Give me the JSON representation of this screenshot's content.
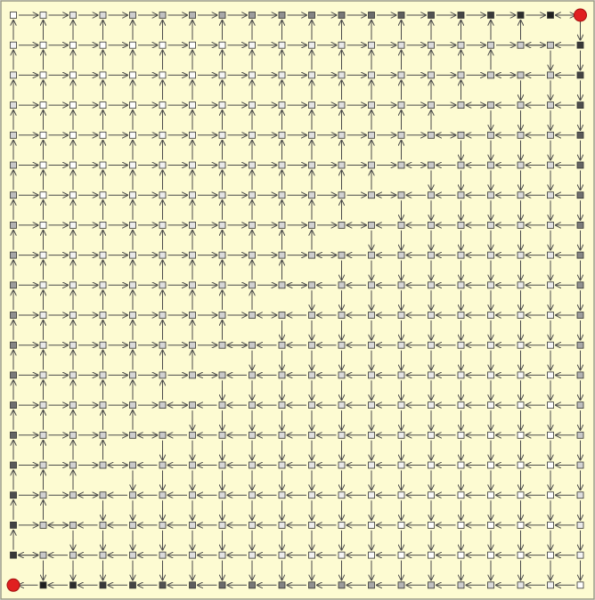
{
  "grid": {
    "rows": 20,
    "cols": 20,
    "start_node": {
      "row": 19,
      "col": 0
    },
    "goal_node": {
      "row": 0,
      "col": 19
    }
  },
  "colors": {
    "background": "#fdfbd2",
    "outline": "#9a9a86",
    "line": "#4a4a4a",
    "endpoint": "#e02020",
    "node_border": "#333333"
  },
  "icons": {
    "endpoint": "red-circle-node-icon",
    "node": "square-node-icon",
    "arrow": "arrowhead-icon"
  }
}
